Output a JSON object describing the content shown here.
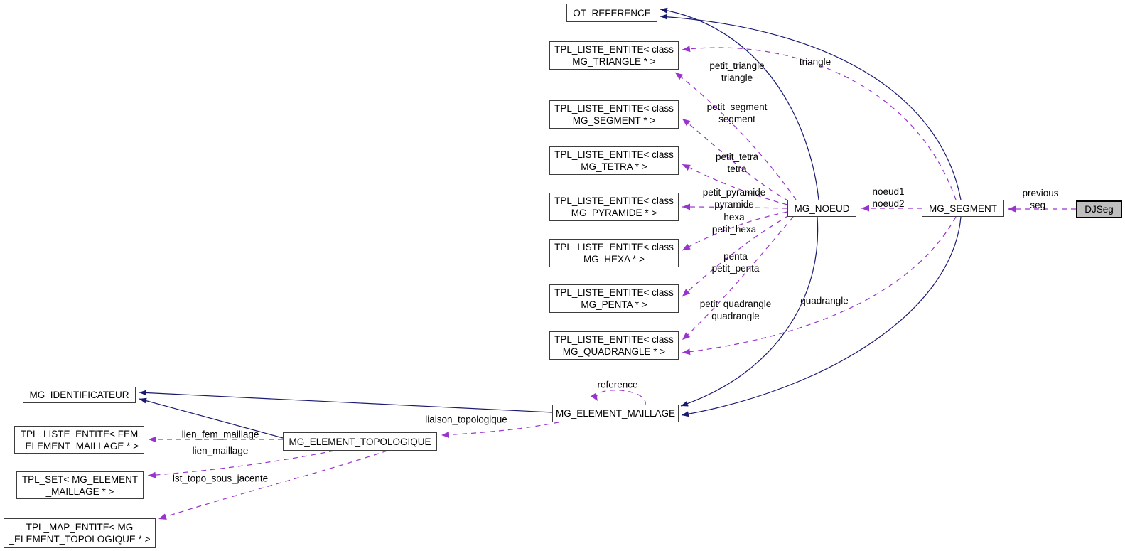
{
  "colors": {
    "inheritance_edge": "#191970",
    "usage_edge": "#9a32cd",
    "node_background": "#ffffff",
    "node_border": "#3d3d3d",
    "highlight_node_background": "#bfbfbf",
    "text": "#000000"
  },
  "nodes": {
    "ot_reference": {
      "label": "OT_REFERENCE"
    },
    "tpl_liste_triangle": {
      "label": "TPL_LISTE_ENTITE< class\nMG_TRIANGLE * >"
    },
    "tpl_liste_segment": {
      "label": "TPL_LISTE_ENTITE< class\nMG_SEGMENT * >"
    },
    "tpl_liste_tetra": {
      "label": "TPL_LISTE_ENTITE< class\nMG_TETRA * >"
    },
    "tpl_liste_pyramide": {
      "label": "TPL_LISTE_ENTITE< class\nMG_PYRAMIDE * >"
    },
    "tpl_liste_hexa": {
      "label": "TPL_LISTE_ENTITE< class\nMG_HEXA * >"
    },
    "tpl_liste_penta": {
      "label": "TPL_LISTE_ENTITE< class\nMG_PENTA * >"
    },
    "tpl_liste_quadrangle": {
      "label": "TPL_LISTE_ENTITE< class\nMG_QUADRANGLE * >"
    },
    "mg_noeud": {
      "label": "MG_NOEUD"
    },
    "mg_segment": {
      "label": "MG_SEGMENT"
    },
    "djseg": {
      "label": "DJSeg"
    },
    "mg_element_maillage": {
      "label": "MG_ELEMENT_MAILLAGE"
    },
    "mg_identificateur": {
      "label": "MG_IDENTIFICATEUR"
    },
    "mg_element_topologique": {
      "label": "MG_ELEMENT_TOPOLOGIQUE"
    },
    "tpl_liste_fem": {
      "label": "TPL_LISTE_ENTITE< FEM\n_ELEMENT_MAILLAGE * >"
    },
    "tpl_set_mg": {
      "label": "TPL_SET< MG_ELEMENT\n_MAILLAGE * >"
    },
    "tpl_map_mg": {
      "label": "TPL_MAP_ENTITE< MG\n_ELEMENT_TOPOLOGIQUE * >"
    }
  },
  "edge_labels": {
    "triangle": "triangle",
    "petit_triangle": "petit_triangle\ntriangle",
    "petit_segment": "petit_segment\nsegment",
    "petit_tetra": "petit_tetra\ntetra",
    "petit_pyramide": "petit_pyramide\npyramide",
    "hexa": "hexa\npetit_hexa",
    "penta": "penta\npetit_penta",
    "petit_quadrangle": "petit_quadrangle\nquadrangle",
    "quadrangle": "quadrangle",
    "noeud": "noeud1\nnoeud2",
    "previous_seg": "previous\nseg_",
    "reference": "reference",
    "liaison_topologique": "liaison_topologique",
    "lien_fem_maillage": "lien_fem_maillage",
    "lien_maillage": "lien_maillage",
    "lst_topo_sous_jacente": "lst_topo_sous_jacente"
  }
}
